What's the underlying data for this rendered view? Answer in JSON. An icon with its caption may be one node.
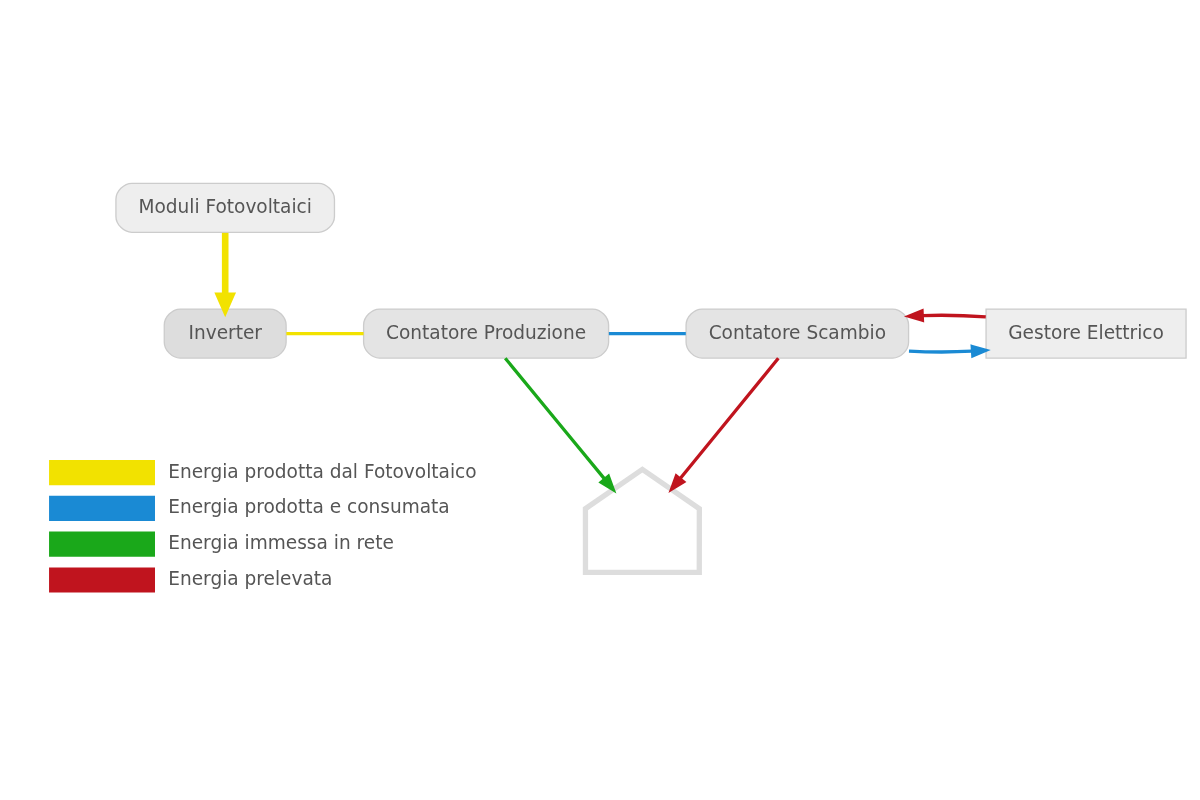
{
  "diagram": {
    "nodes": [
      {
        "text": [
          "Moduli Fotovoltaici"
        ]
      },
      {
        "text": [
          "Inverter"
        ]
      },
      {
        "text": [
          "Contatore Produzione"
        ]
      },
      {
        "text": [
          "Contatore Scambio"
        ]
      },
      {
        "text": [
          "Gestore Elettrico"
        ]
      },
      {
        "text": [],
        "shape": "house"
      }
    ],
    "edges": [
      {
        "from": 0,
        "to": 1,
        "arrow": "to",
        "style": "thick",
        "color": "#f2e200"
      },
      {
        "from": 1,
        "to": 2,
        "arrow": "none",
        "color": "#f2e200"
      },
      {
        "from": 2,
        "to": 3,
        "arrow": "none",
        "color": "#1a8ad4"
      },
      {
        "from": 3,
        "to": 4,
        "arrow": "to",
        "color": "#1a8ad4"
      },
      {
        "from": 2,
        "to": 5,
        "arrow": "to",
        "color": "#1aa81a"
      },
      {
        "from": 3,
        "to": 5,
        "arrow": "to",
        "color": "#c0141e"
      },
      {
        "from": 4,
        "to": 3,
        "arrow": "to",
        "color": "#c0141e"
      }
    ],
    "legend": [
      {
        "text": "Energia prodotta dal Fotovoltaico",
        "color": "#f2e200"
      },
      {
        "text": "Energia prodotta e consumata",
        "color": "#1a8ad4"
      },
      {
        "text": "Energia immessa in rete",
        "color": "#1aa81a"
      },
      {
        "text": "Energia prelevata",
        "color": "#c0141e"
      }
    ]
  }
}
